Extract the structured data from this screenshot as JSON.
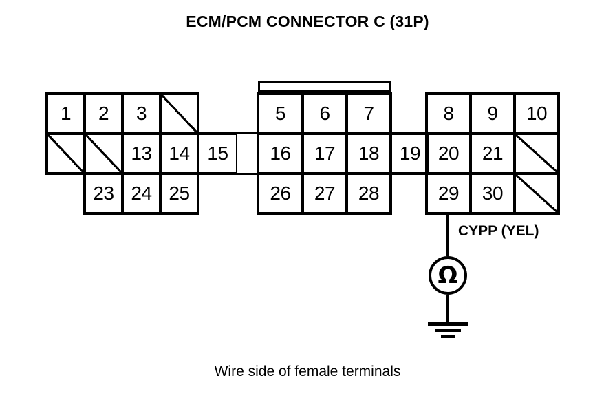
{
  "title": "ECM/PCM CONNECTOR C (31P)",
  "caption": "Wire side of female terminals",
  "wire": {
    "label": "CYPP (YEL)",
    "meter_symbol": "Ω",
    "meter_name": "ohmmeter",
    "source_terminal": "29",
    "ground_symbol": "earth-ground"
  },
  "colors": {
    "ink": "#000000",
    "paper": "#ffffff"
  },
  "connector": {
    "name": "ECM/PCM CONNECTOR C",
    "pin_count": "31P",
    "rows": 3,
    "blocks": [
      {
        "name": "left-block",
        "rows": [
          [
            "1",
            "2",
            "3",
            ""
          ],
          [
            "",
            "",
            "13",
            "14"
          ],
          [
            "23",
            "24",
            "25"
          ]
        ]
      },
      {
        "name": "bridge-15",
        "rows": [
          [],
          [
            "15"
          ],
          []
        ]
      },
      {
        "name": "middle-block",
        "rows": [
          [
            "5",
            "6",
            "7"
          ],
          [
            "16",
            "17",
            "18"
          ],
          [
            "26",
            "27",
            "28"
          ]
        ]
      },
      {
        "name": "bridge-19",
        "rows": [
          [],
          [
            "19"
          ],
          []
        ]
      },
      {
        "name": "right-block",
        "rows": [
          [
            "8",
            "9",
            "10"
          ],
          [
            "20",
            "21",
            ""
          ],
          [
            "29",
            "30",
            ""
          ]
        ]
      }
    ],
    "terminals": {
      "r1c1": "1",
      "r1c2": "2",
      "r1c3": "3",
      "r1c4": "",
      "r1c5": "5",
      "r1c6": "6",
      "r1c7": "7",
      "r1c8": "8",
      "r1c9": "9",
      "r1c10": "10",
      "r2c1": "",
      "r2c2": "",
      "r2c3": "13",
      "r2c4": "14",
      "r2c15": "15",
      "r2c16": "16",
      "r2c17": "17",
      "r2c18": "18",
      "r2c19": "19",
      "r2c20": "20",
      "r2c21": "21",
      "r2c22": "",
      "r3c23": "23",
      "r3c24": "24",
      "r3c25": "25",
      "r3c26": "26",
      "r3c27": "27",
      "r3c28": "28",
      "r3c29": "29",
      "r3c30": "30",
      "r3c31": ""
    }
  }
}
